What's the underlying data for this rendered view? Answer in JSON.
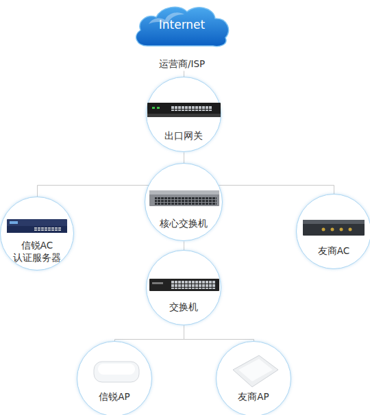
{
  "diagram": {
    "nodes": [
      {
        "text": [
          "Internet",
          "运营商/ISP"
        ]
      },
      {
        "text": [
          "出口网关"
        ]
      },
      {
        "text": [
          "核心交换机"
        ]
      },
      {
        "text": [
          "信锐AC 认证服务器"
        ]
      },
      {
        "text": [
          "友商AC"
        ]
      },
      {
        "text": [
          "交换机"
        ]
      },
      {
        "text": [
          "信锐AP"
        ]
      },
      {
        "text": [
          "友商AP"
        ]
      }
    ],
    "edges": [
      {
        "from": 0,
        "to": 1,
        "arrow": "none"
      },
      {
        "from": 1,
        "to": 2,
        "arrow": "none"
      },
      {
        "from": 2,
        "to": 3,
        "arrow": "none"
      },
      {
        "from": 2,
        "to": 4,
        "arrow": "none"
      },
      {
        "from": 2,
        "to": 5,
        "arrow": "none"
      },
      {
        "from": 5,
        "to": 6,
        "arrow": "none"
      },
      {
        "from": 5,
        "to": 7,
        "arrow": "none"
      }
    ]
  }
}
